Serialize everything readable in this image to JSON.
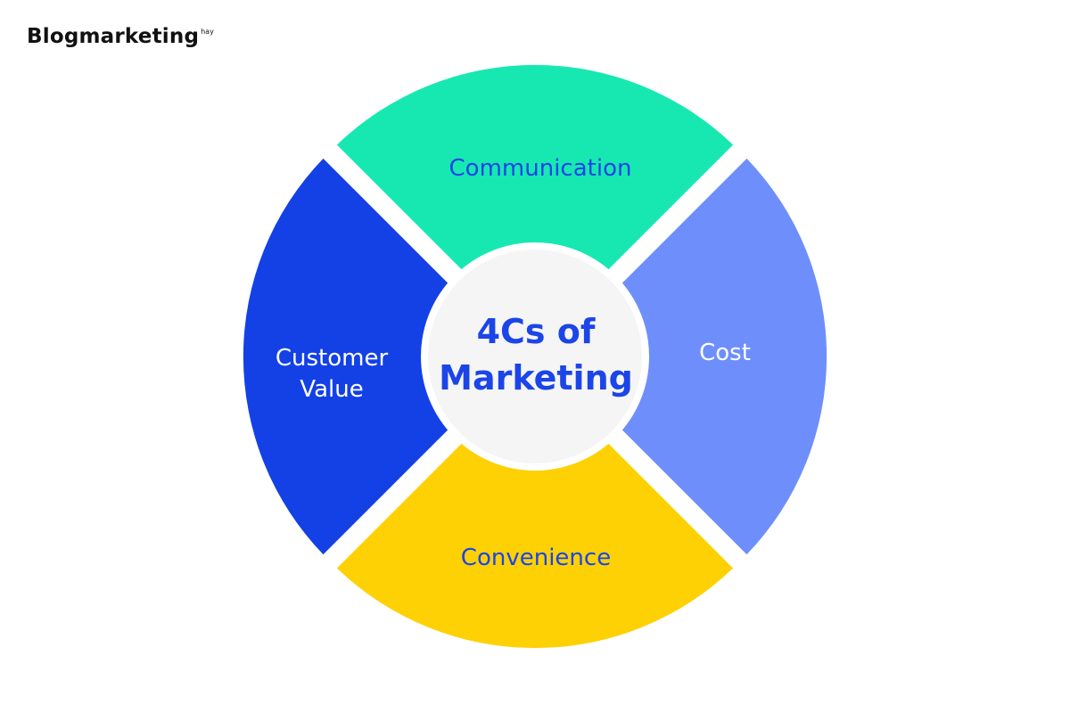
{
  "brand": {
    "name": "Blogmarketing",
    "suffix": "hay"
  },
  "diagram": {
    "center": {
      "line1": "4Cs of",
      "line2": "Marketing"
    },
    "segments": {
      "communication": {
        "label": "Communication"
      },
      "cost": {
        "label": "Cost"
      },
      "convenience": {
        "label": "Convenience"
      },
      "customer_value": {
        "line1": "Customer",
        "line2": "Value"
      }
    }
  },
  "colors": {
    "communication": "#17e8b2",
    "cost": "#6e8ffb",
    "convenience": "#fed104",
    "customer_value": "#1341e6",
    "center_fill": "#f5f5f5",
    "text_blue": "#1b45e8",
    "text_white": "#ffffff"
  }
}
